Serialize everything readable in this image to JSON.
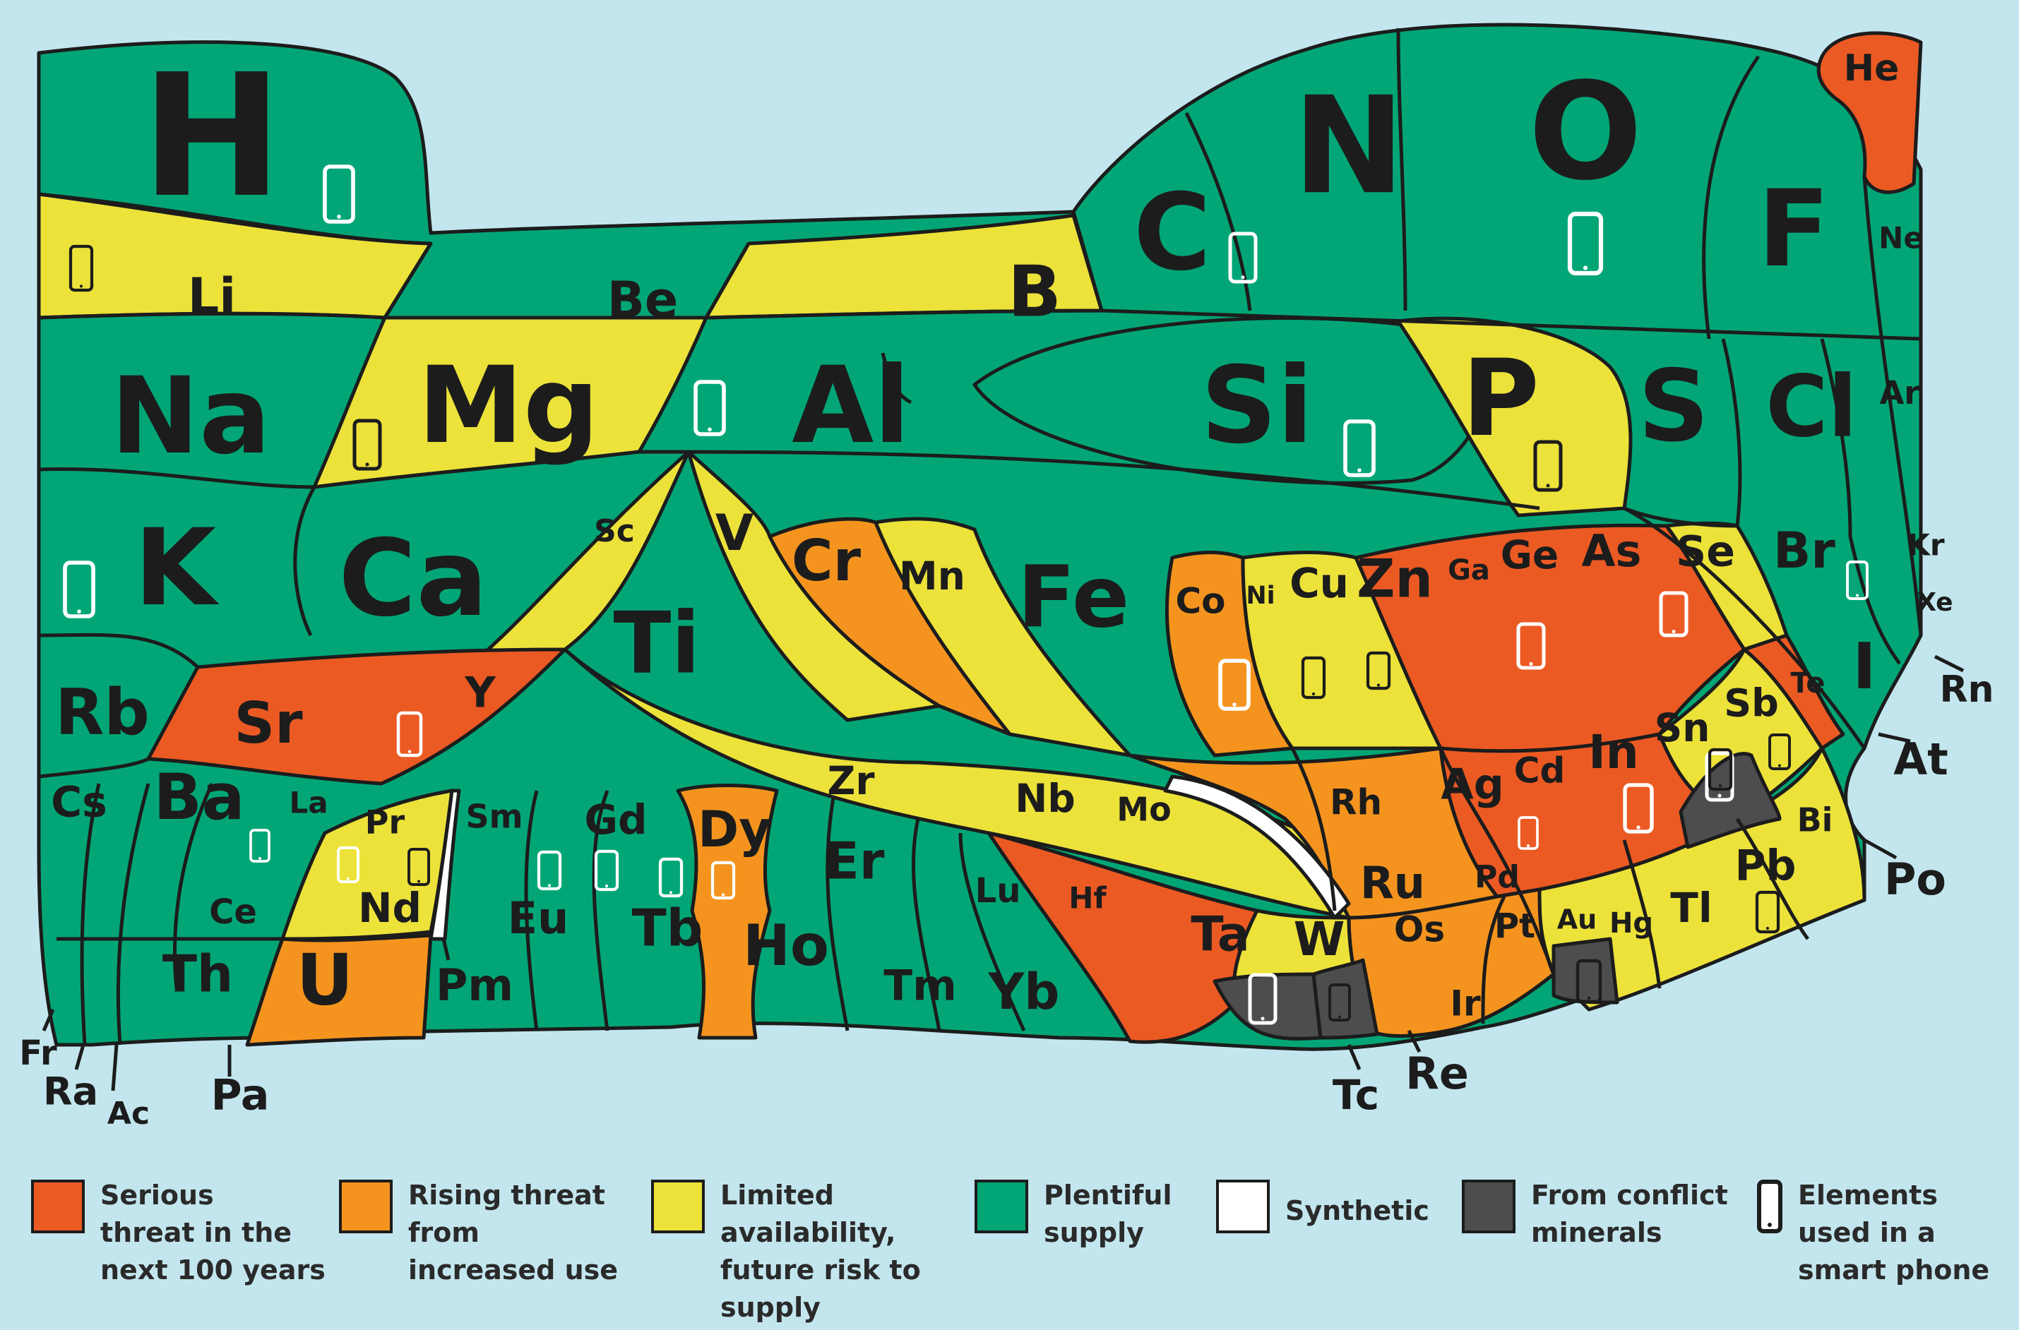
{
  "colors": {
    "serious": "#ec5a24",
    "rising": "#f4941e",
    "limited": "#ece23a",
    "plentiful": "#02a676",
    "synthetic": "#ffffff",
    "conflict": "#4d4d4f",
    "background": "#c3e6ee",
    "outline": "#1c1c1c"
  },
  "legend": [
    {
      "key": "serious",
      "text": "Serious\nthreat in the\nnext 100 years"
    },
    {
      "key": "rising",
      "text": "Rising threat\nfrom\nincreased use"
    },
    {
      "key": "limited",
      "text": "Limited\navailability,\nfuture risk to\nsupply"
    },
    {
      "key": "plentiful",
      "text": "Plentiful\nsupply"
    },
    {
      "key": "synthetic",
      "text": "Synthetic"
    },
    {
      "key": "conflict",
      "text": "From conflict\nminerals"
    },
    {
      "key": "phone",
      "text": "Elements\nused in a\nsmart phone",
      "icon": "smartphone-icon"
    }
  ],
  "elements": [
    {
      "symbol": "H",
      "status": "plentiful",
      "phone": true
    },
    {
      "symbol": "He",
      "status": "serious",
      "phone": false
    },
    {
      "symbol": "Li",
      "status": "limited",
      "phone": true
    },
    {
      "symbol": "Be",
      "status": "plentiful",
      "phone": false
    },
    {
      "symbol": "B",
      "status": "limited",
      "phone": false
    },
    {
      "symbol": "C",
      "status": "plentiful",
      "phone": true
    },
    {
      "symbol": "N",
      "status": "plentiful",
      "phone": false
    },
    {
      "symbol": "O",
      "status": "plentiful",
      "phone": true
    },
    {
      "symbol": "F",
      "status": "plentiful",
      "phone": false
    },
    {
      "symbol": "Ne",
      "status": "plentiful",
      "phone": false
    },
    {
      "symbol": "Na",
      "status": "plentiful",
      "phone": false
    },
    {
      "symbol": "Mg",
      "status": "limited",
      "phone": true
    },
    {
      "symbol": "Al",
      "status": "plentiful",
      "phone": true
    },
    {
      "symbol": "Si",
      "status": "plentiful",
      "phone": true
    },
    {
      "symbol": "P",
      "status": "limited",
      "phone": true
    },
    {
      "symbol": "S",
      "status": "plentiful",
      "phone": false
    },
    {
      "symbol": "Cl",
      "status": "plentiful",
      "phone": false
    },
    {
      "symbol": "Ar",
      "status": "plentiful",
      "phone": false
    },
    {
      "symbol": "K",
      "status": "plentiful",
      "phone": true
    },
    {
      "symbol": "Ca",
      "status": "plentiful",
      "phone": false
    },
    {
      "symbol": "Sc",
      "status": "limited",
      "phone": false
    },
    {
      "symbol": "Ti",
      "status": "plentiful",
      "phone": false
    },
    {
      "symbol": "V",
      "status": "limited",
      "phone": false
    },
    {
      "symbol": "Cr",
      "status": "rising",
      "phone": false
    },
    {
      "symbol": "Mn",
      "status": "limited",
      "phone": false
    },
    {
      "symbol": "Fe",
      "status": "plentiful",
      "phone": false
    },
    {
      "symbol": "Co",
      "status": "rising",
      "phone": true
    },
    {
      "symbol": "Ni",
      "status": "limited",
      "phone": true
    },
    {
      "symbol": "Cu",
      "status": "limited",
      "phone": true
    },
    {
      "symbol": "Zn",
      "status": "serious",
      "phone": false
    },
    {
      "symbol": "Ga",
      "status": "serious",
      "phone": true
    },
    {
      "symbol": "Ge",
      "status": "serious",
      "phone": false
    },
    {
      "symbol": "As",
      "status": "serious",
      "phone": true
    },
    {
      "symbol": "Se",
      "status": "limited",
      "phone": false
    },
    {
      "symbol": "Br",
      "status": "plentiful",
      "phone": true
    },
    {
      "symbol": "Kr",
      "status": "plentiful",
      "phone": false
    },
    {
      "symbol": "Rb",
      "status": "plentiful",
      "phone": false
    },
    {
      "symbol": "Sr",
      "status": "serious",
      "phone": false
    },
    {
      "symbol": "Y",
      "status": "serious",
      "phone": true
    },
    {
      "symbol": "Zr",
      "status": "limited",
      "phone": false
    },
    {
      "symbol": "Nb",
      "status": "limited",
      "phone": false
    },
    {
      "symbol": "Mo",
      "status": "limited",
      "phone": false
    },
    {
      "symbol": "Tc",
      "status": "synthetic",
      "phone": false
    },
    {
      "symbol": "Ru",
      "status": "rising",
      "phone": false
    },
    {
      "symbol": "Rh",
      "status": "rising",
      "phone": false
    },
    {
      "symbol": "Pd",
      "status": "rising",
      "phone": true
    },
    {
      "symbol": "Ag",
      "status": "serious",
      "phone": true
    },
    {
      "symbol": "Cd",
      "status": "rising",
      "phone": false
    },
    {
      "symbol": "In",
      "status": "serious",
      "phone": true
    },
    {
      "symbol": "Sn",
      "status": "limited",
      "phone": true
    },
    {
      "symbol": "Sb",
      "status": "limited",
      "phone": true
    },
    {
      "symbol": "Te",
      "status": "serious",
      "phone": false
    },
    {
      "symbol": "I",
      "status": "plentiful",
      "phone": false
    },
    {
      "symbol": "Xe",
      "status": "plentiful",
      "phone": false
    },
    {
      "symbol": "Cs",
      "status": "plentiful",
      "phone": false
    },
    {
      "symbol": "Ba",
      "status": "plentiful",
      "phone": false
    },
    {
      "symbol": "La",
      "status": "plentiful",
      "phone": true
    },
    {
      "symbol": "Ce",
      "status": "plentiful",
      "phone": false
    },
    {
      "symbol": "Pr",
      "status": "plentiful",
      "phone": true
    },
    {
      "symbol": "Nd",
      "status": "limited",
      "phone": true
    },
    {
      "symbol": "Pm",
      "status": "synthetic",
      "phone": false
    },
    {
      "symbol": "Sm",
      "status": "plentiful",
      "phone": false
    },
    {
      "symbol": "Eu",
      "status": "plentiful",
      "phone": true
    },
    {
      "symbol": "Gd",
      "status": "plentiful",
      "phone": true
    },
    {
      "symbol": "Tb",
      "status": "plentiful",
      "phone": true
    },
    {
      "symbol": "Dy",
      "status": "rising",
      "phone": true
    },
    {
      "symbol": "Ho",
      "status": "plentiful",
      "phone": false
    },
    {
      "symbol": "Er",
      "status": "plentiful",
      "phone": false
    },
    {
      "symbol": "Tm",
      "status": "plentiful",
      "phone": false
    },
    {
      "symbol": "Yb",
      "status": "plentiful",
      "phone": false
    },
    {
      "symbol": "Lu",
      "status": "plentiful",
      "phone": false
    },
    {
      "symbol": "Hf",
      "status": "serious",
      "phone": false
    },
    {
      "symbol": "Ta",
      "status": "serious",
      "phone": true
    },
    {
      "symbol": "W",
      "status": "limited",
      "phone": true
    },
    {
      "symbol": "Re",
      "status": "plentiful",
      "phone": false
    },
    {
      "symbol": "Os",
      "status": "rising",
      "phone": false
    },
    {
      "symbol": "Ir",
      "status": "rising",
      "phone": false
    },
    {
      "symbol": "Pt",
      "status": "rising",
      "phone": false
    },
    {
      "symbol": "Au",
      "status": "limited",
      "phone": true
    },
    {
      "symbol": "Hg",
      "status": "limited",
      "phone": false
    },
    {
      "symbol": "Tl",
      "status": "limited",
      "phone": false
    },
    {
      "symbol": "Pb",
      "status": "limited",
      "phone": true
    },
    {
      "symbol": "Bi",
      "status": "limited",
      "phone": false
    },
    {
      "symbol": "Po",
      "status": "plentiful",
      "phone": false
    },
    {
      "symbol": "At",
      "status": "plentiful",
      "phone": false
    },
    {
      "symbol": "Rn",
      "status": "plentiful",
      "phone": false
    },
    {
      "symbol": "Fr",
      "status": "plentiful",
      "phone": false
    },
    {
      "symbol": "Ra",
      "status": "plentiful",
      "phone": false
    },
    {
      "symbol": "Ac",
      "status": "plentiful",
      "phone": false
    },
    {
      "symbol": "Th",
      "status": "plentiful",
      "phone": false
    },
    {
      "symbol": "Pa",
      "status": "plentiful",
      "phone": false
    },
    {
      "symbol": "U",
      "status": "rising",
      "phone": false
    }
  ]
}
